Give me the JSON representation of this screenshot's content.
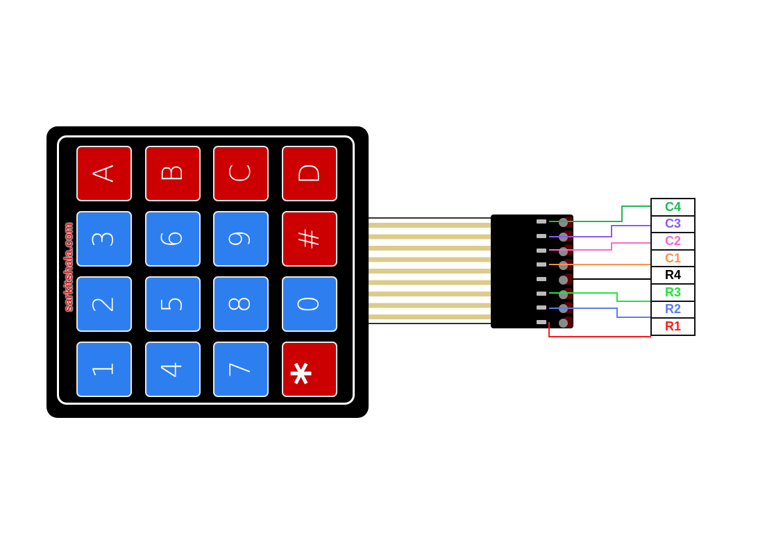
{
  "watermark": "sarkitshala.com",
  "colors": {
    "red_key": "#cc0000",
    "blue_key": "#2d7ff0",
    "ribbon_trace": "#dccb8a",
    "connector": "#000000"
  },
  "keypad": {
    "rows": [
      [
        {
          "label": "A",
          "color": "red"
        },
        {
          "label": "B",
          "color": "red"
        },
        {
          "label": "C",
          "color": "red"
        },
        {
          "label": "D",
          "color": "red"
        }
      ],
      [
        {
          "label": "3",
          "color": "blue"
        },
        {
          "label": "6",
          "color": "blue"
        },
        {
          "label": "9",
          "color": "blue"
        },
        {
          "label": "#",
          "color": "red"
        }
      ],
      [
        {
          "label": "2",
          "color": "blue"
        },
        {
          "label": "5",
          "color": "blue"
        },
        {
          "label": "8",
          "color": "blue"
        },
        {
          "label": "0",
          "color": "blue"
        }
      ],
      [
        {
          "label": "1",
          "color": "blue"
        },
        {
          "label": "4",
          "color": "blue"
        },
        {
          "label": "7",
          "color": "blue"
        },
        {
          "label": "*",
          "color": "red"
        }
      ]
    ]
  },
  "pins": [
    {
      "label": "C4",
      "color": "#1db954"
    },
    {
      "label": "C3",
      "color": "#8b5cf6"
    },
    {
      "label": "C2",
      "color": "#ff66c4"
    },
    {
      "label": "C1",
      "color": "#ff914d"
    },
    {
      "label": "R4",
      "color": "#000000"
    },
    {
      "label": "R3",
      "color": "#22e33a"
    },
    {
      "label": "R2",
      "color": "#5b7cf5"
    },
    {
      "label": "R1",
      "color": "#ff1a1a"
    }
  ]
}
